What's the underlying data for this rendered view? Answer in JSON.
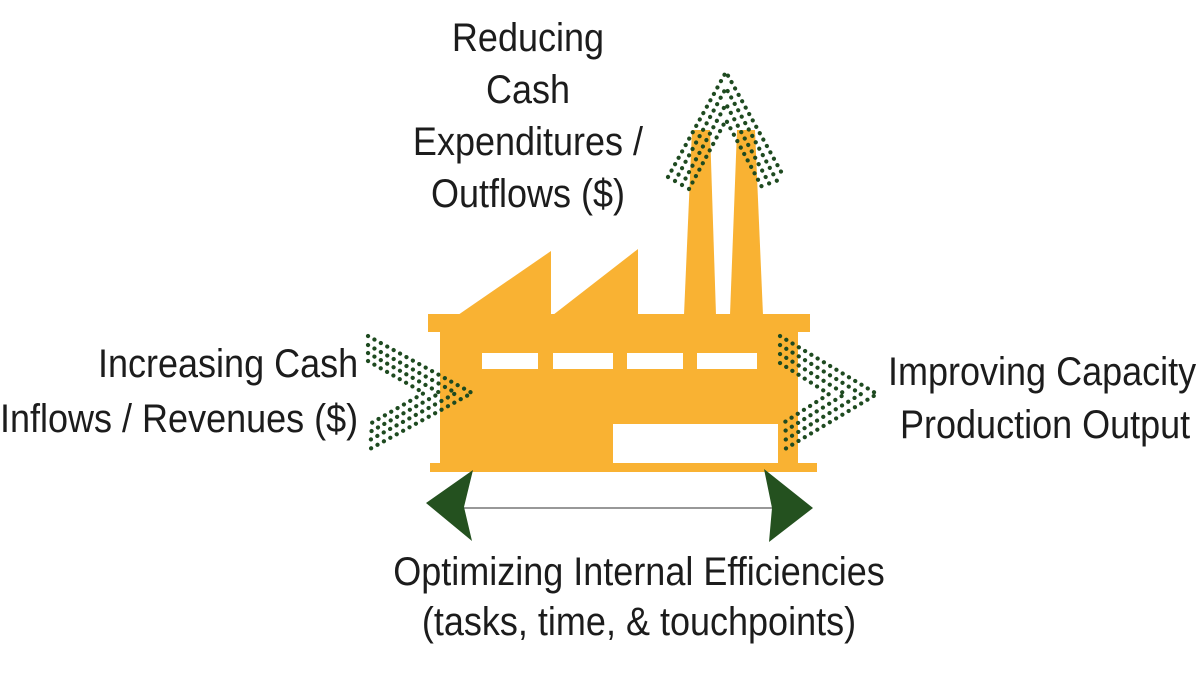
{
  "diagram": {
    "description": "Factory diagram with four arrows showing operational finance levers",
    "labels": {
      "top": {
        "lines": [
          "Reducing",
          "Cash",
          "Expenditures /",
          "Outflows ($)"
        ]
      },
      "left": {
        "lines": [
          "Increasing Cash",
          "Inflows / Revenues ($)"
        ]
      },
      "right": {
        "lines": [
          "Improving Capacity",
          "Production Output ("
        ]
      },
      "bottom": {
        "lines": [
          "Optimizing Internal Efficiencies",
          "(tasks, time, & touchpoints)"
        ]
      }
    },
    "icons": {
      "center": "factory-icon",
      "top": "dotted-chevron-up-icon",
      "left": "dotted-chevron-right-icon",
      "right": "dotted-chevron-right-icon",
      "bottom": "double-headed-arrow-icon"
    },
    "colors": {
      "factory": "#F9B233",
      "dot_arrow": "#1E4A20",
      "solid_arrow": "#24511F",
      "connector_line": "#777777",
      "text": "#1C1C1C",
      "background": "#FFFFFF",
      "window": "#FFFFFF"
    }
  }
}
